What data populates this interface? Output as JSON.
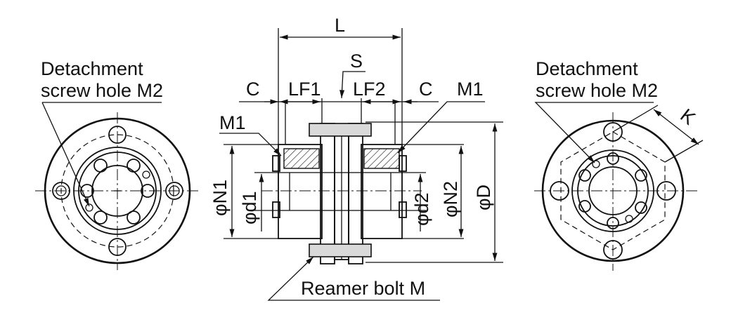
{
  "labels": {
    "left_detach_line1": "Detachment",
    "left_detach_line2": "screw hole M2",
    "right_detach_line1": "Detachment",
    "right_detach_line2": "screw hole M2",
    "L": "L",
    "S": "S",
    "C_left": "C",
    "LF1": "LF1",
    "LF2": "LF2",
    "C_right": "C",
    "M1_left": "M1",
    "M1_right": "M1",
    "phiN1": "φN1",
    "phid1": "φd1",
    "phid2": "φd2",
    "phiN2": "φN2",
    "phiD": "φD",
    "K": "K",
    "reamer_bolt": "Reamer bolt  M"
  }
}
